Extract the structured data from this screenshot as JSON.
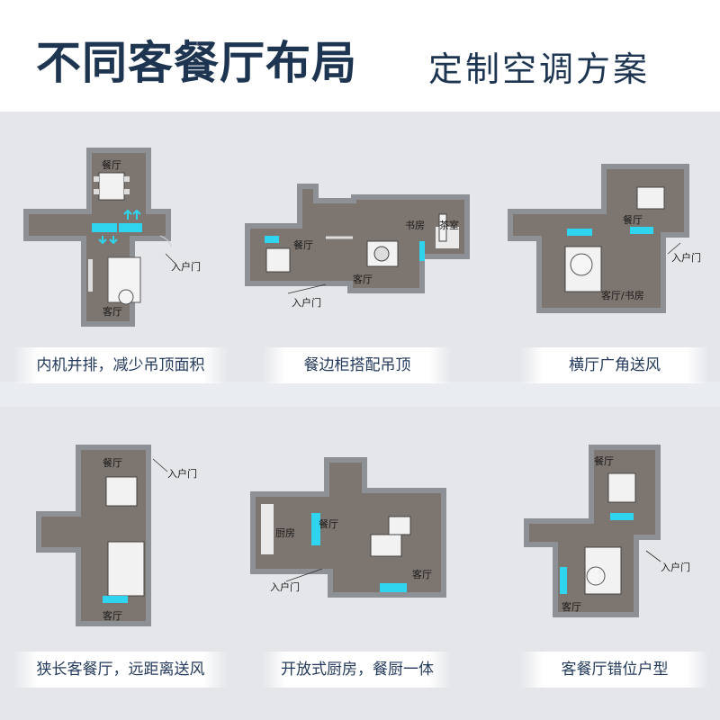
{
  "header": {
    "title": "不同客餐厅布局",
    "subtitle": "定制空调方案"
  },
  "layouts": [
    {
      "caption": "内机并排，减少吊顶面积",
      "rooms": [
        "餐厅",
        "客厅"
      ],
      "entry": "入户门"
    },
    {
      "caption": "餐边柜搭配吊顶",
      "rooms": [
        "餐厅",
        "书房",
        "茶室",
        "客厅"
      ],
      "entry": "入户门"
    },
    {
      "caption": "横厅广角送风",
      "rooms": [
        "餐厅",
        "客厅/书房"
      ],
      "entry": "入户门"
    },
    {
      "caption": "狭长客餐厅，远距离送风",
      "rooms": [
        "餐厅",
        "客厅"
      ],
      "entry": "入户门"
    },
    {
      "caption": "开放式厨房，餐厨一体",
      "rooms": [
        "厨房",
        "餐厅",
        "客厅"
      ],
      "entry": "入户门"
    },
    {
      "caption": "客餐厅错位户型",
      "rooms": [
        "餐厅",
        "客厅"
      ],
      "entry": "入户门"
    }
  ],
  "colors": {
    "title": "#1d3551",
    "wall": "#8d9094",
    "floor": "#7d7570",
    "ac_unit": "#2fd4ef",
    "caption_text": "#243a5c"
  }
}
